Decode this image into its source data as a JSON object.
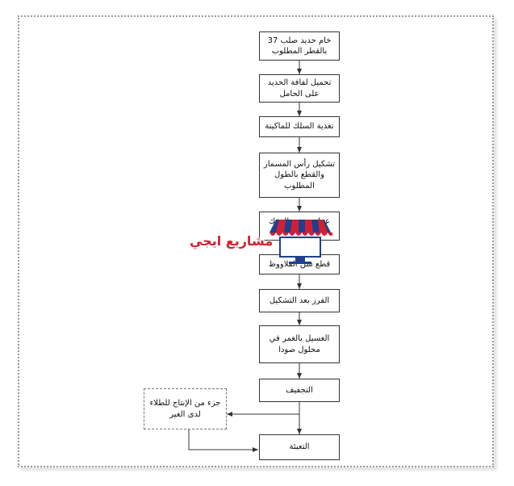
{
  "nodes": [
    {
      "id": "n1",
      "text": "خام حديد صلب 37 بالقطر المطلوب"
    },
    {
      "id": "n2",
      "text": "تحميل لفافة الحديد على الحامل"
    },
    {
      "id": "n3",
      "text": "تغذية السلك للماكينة"
    },
    {
      "id": "n4",
      "text": "تشكيل رأس المسمار والقطع بالطول المطلوب"
    },
    {
      "id": "n5",
      "text": "عمل مجرى المفك"
    },
    {
      "id": "n6",
      "text": "قطع سن القلاووظ"
    },
    {
      "id": "n7",
      "text": "الفرز بعد التشكيل"
    },
    {
      "id": "n8",
      "text": "الغسيل بالغمر في محلول صودا"
    },
    {
      "id": "n9",
      "text": "التجفيف"
    },
    {
      "id": "n10",
      "text": "التعبئة"
    },
    {
      "id": "side",
      "text": "جزء من الإنتاج للطلاء لدى الغير"
    }
  ],
  "watermark": {
    "text": "مشاريع ايجي"
  },
  "colors": {
    "line": "#333333",
    "brand_red": "#d32030",
    "brand_blue": "#1f3f8f"
  }
}
